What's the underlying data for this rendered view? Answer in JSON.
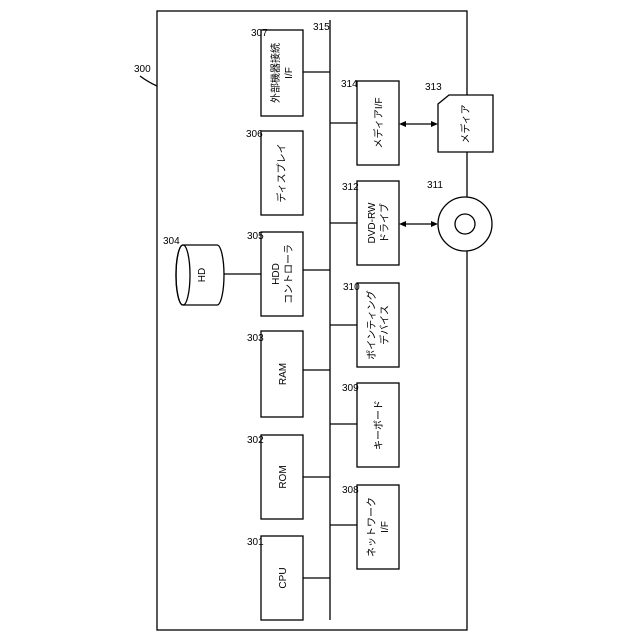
{
  "refs": {
    "system": "300",
    "cpu": "301",
    "rom": "302",
    "ram": "303",
    "hd": "304",
    "hdd_controller": "305",
    "display": "306",
    "external_if": "307",
    "network_if": "308",
    "keyboard": "309",
    "pointing_device": "310",
    "dvd_medium": "311",
    "dvd_drive": "312",
    "media": "313",
    "media_if": "314",
    "bus": "315"
  },
  "labels": {
    "cpu": "CPU",
    "rom": "ROM",
    "ram": "RAM",
    "hd": "HD",
    "hdd_controller": [
      "HDD",
      "コントローラ"
    ],
    "display": "ディスプレイ",
    "external_if": [
      "外部機器接続",
      "I/F"
    ],
    "network_if": [
      "ネットワーク",
      "I/F"
    ],
    "keyboard": "キーボード",
    "pointing_device": [
      "ポインティング",
      "デバイス"
    ],
    "dvd_drive": [
      "DVD-RW",
      "ドライブ"
    ],
    "media_if": "メディアI/F",
    "media": "メディア"
  }
}
